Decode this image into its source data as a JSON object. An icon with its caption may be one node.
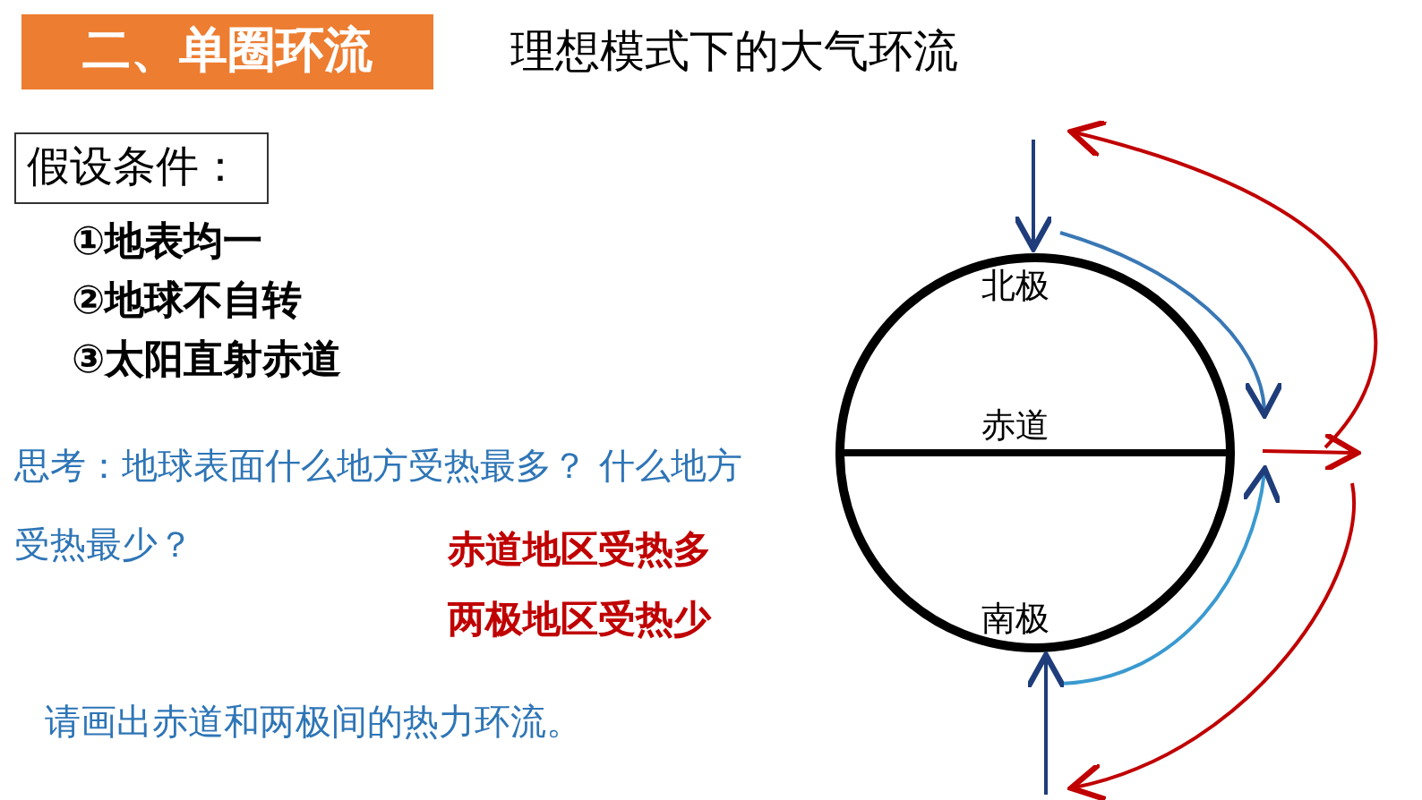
{
  "diagram": {
    "title": "理想模式下的大气环流",
    "nodes": [
      {
        "text": [
          "二、单圈环流"
        ]
      },
      {
        "text": [
          "假设条件："
        ]
      },
      {
        "text": [
          "北极",
          "赤道",
          "南极"
        ]
      }
    ],
    "labels": [
      "①地表均一",
      "②地球不自转",
      "③太阳直射赤道",
      "思考：地球表面什么地方受热最多？ 什么地方受热最少？",
      "赤道地区受热多",
      "两极地区受热少",
      "请画出赤道和两极间的热力环流。"
    ]
  }
}
